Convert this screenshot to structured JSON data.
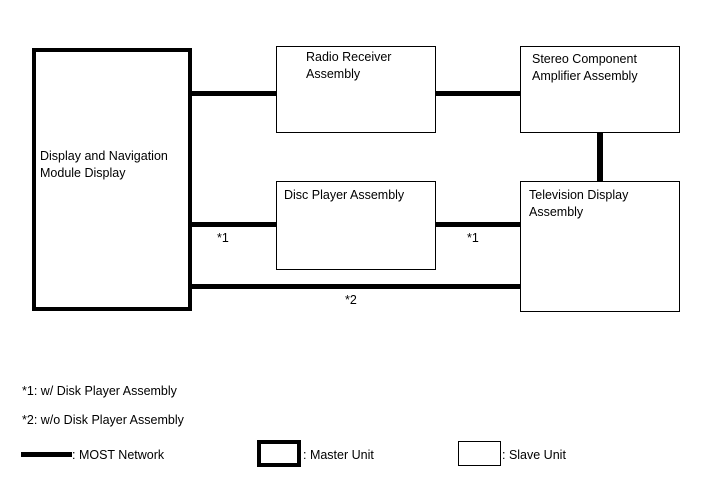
{
  "blocks": {
    "display_module": "Display and Navigation\nModule Display",
    "radio": "Radio Receiver\nAssembly",
    "amplifier": "Stereo Component\nAmplifier Assembly",
    "disc": "Disc Player Assembly",
    "tv": "Television Display\nAssembly"
  },
  "line_labels": {
    "disc_left": "*1",
    "disc_right": "*1",
    "bottom": "*2"
  },
  "notes": {
    "n1": "*1: w/ Disk Player Assembly",
    "n2": "*2: w/o Disk Player Assembly"
  },
  "legend": {
    "most": ": MOST Network",
    "master": ": Master Unit",
    "slave": ": Slave Unit"
  }
}
